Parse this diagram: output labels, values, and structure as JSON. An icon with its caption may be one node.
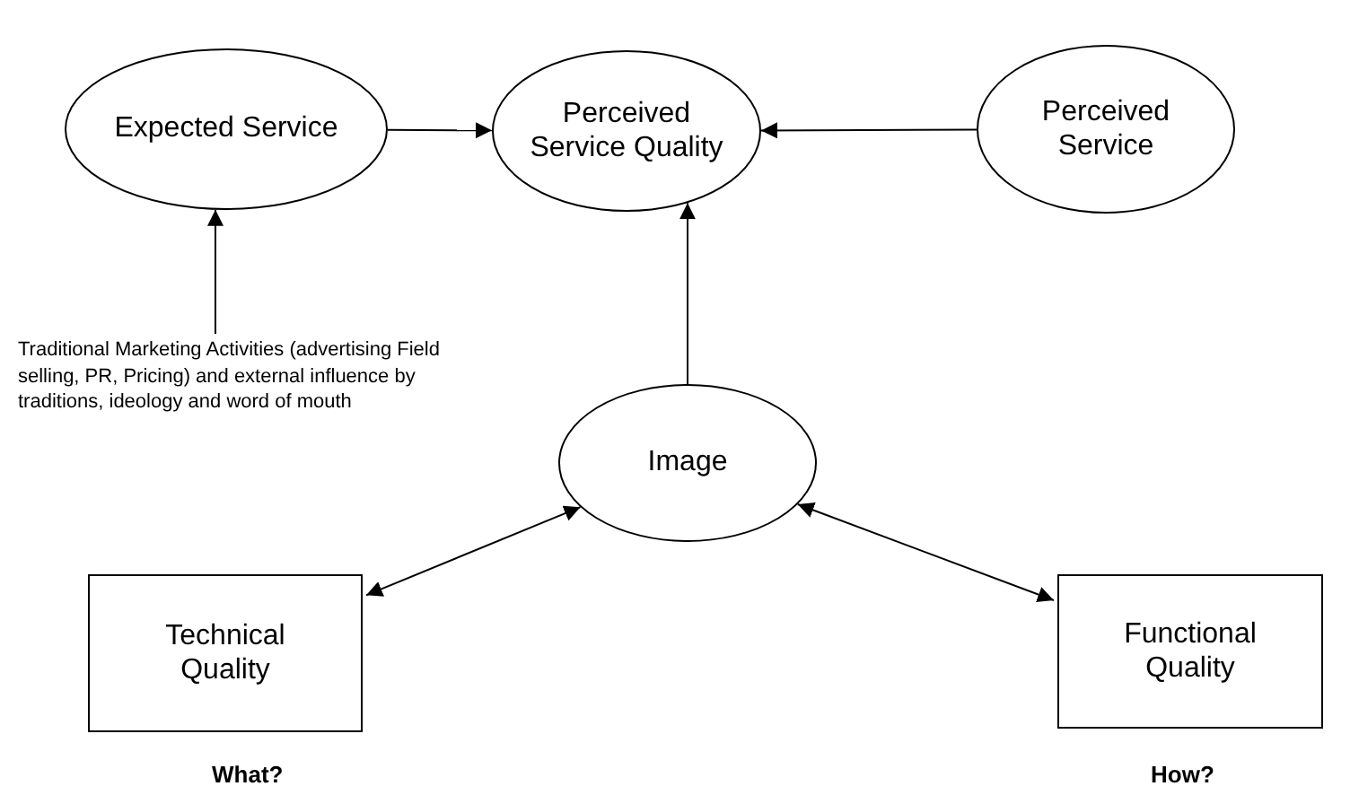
{
  "diagram": {
    "nodes": [
      {
        "text": [
          "Expected Service"
        ]
      },
      {
        "text": [
          "Perceived Service Quality"
        ]
      },
      {
        "text": [
          "Perceived Service"
        ]
      },
      {
        "text": [
          "Traditional Marketing Activities (advertising Field selling, PR, Pricing) and external influence by traditions, ideology and word of mouth"
        ]
      },
      {
        "text": [
          "Image"
        ]
      },
      {
        "text": [
          "Technical Quality"
        ]
      },
      {
        "text": [
          "Functional Quality"
        ]
      }
    ],
    "edges": [
      {
        "from": 3,
        "to": 0,
        "arrow": "to"
      },
      {
        "from": 0,
        "to": 1,
        "arrow": "to"
      },
      {
        "from": 2,
        "to": 1,
        "arrow": "to"
      },
      {
        "from": 4,
        "to": 1,
        "arrow": "to"
      },
      {
        "from": 4,
        "to": 5,
        "arrow": "both"
      },
      {
        "from": 4,
        "to": 6,
        "arrow": "both"
      }
    ],
    "labels": [
      "What?",
      "How?"
    ]
  }
}
